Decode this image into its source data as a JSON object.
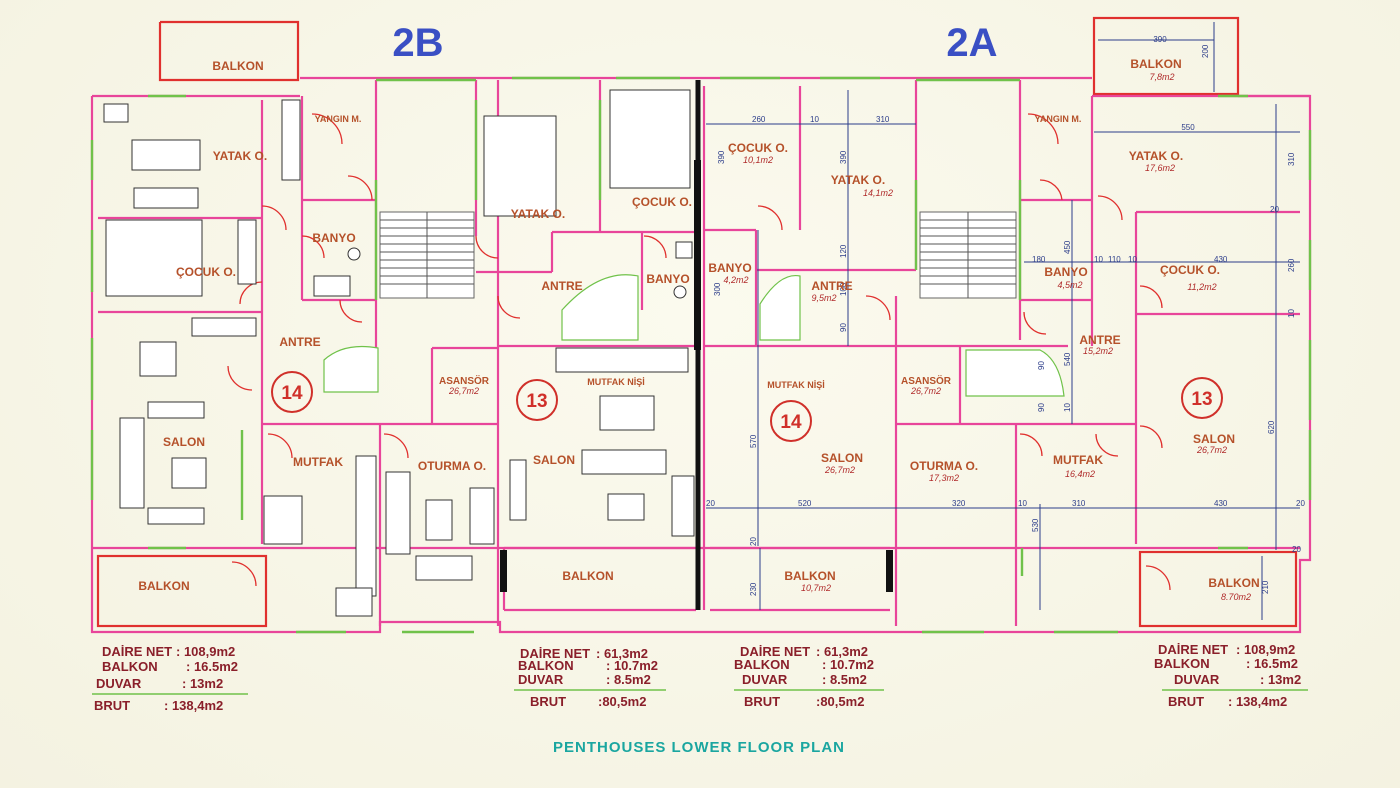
{
  "headers": {
    "left": "2B",
    "right": "2A"
  },
  "title": "PENTHOUSES LOWER FLOOR PLAN",
  "rooms": [
    {
      "name": "BALKON",
      "area": ""
    },
    {
      "name": "YATAK O.",
      "area": ""
    },
    {
      "name": "ÇOCUK O.",
      "area": ""
    },
    {
      "name": "YANGIN M.",
      "area": ""
    },
    {
      "name": "BANYO",
      "area": ""
    },
    {
      "name": "ANTRE",
      "area": ""
    },
    {
      "name": "SALON",
      "area": ""
    },
    {
      "name": "MUTFAK",
      "area": ""
    },
    {
      "name": "OTURMA O.",
      "area": ""
    },
    {
      "name": "ASANSÖR",
      "area": "26,7m2"
    },
    {
      "name": "BALKON",
      "area": ""
    },
    {
      "name": "YATAK O.",
      "area": ""
    },
    {
      "name": "ÇOCUK O.",
      "area": ""
    },
    {
      "name": "BANYO",
      "area": ""
    },
    {
      "name": "ANTRE",
      "area": ""
    },
    {
      "name": "MUTFAK NİŞİ",
      "area": ""
    },
    {
      "name": "SALON",
      "area": ""
    },
    {
      "name": "BALKON",
      "area": ""
    },
    {
      "name": "ÇOCUK O.",
      "area": "10,1m2"
    },
    {
      "name": "YATAK O.",
      "area": "14,1m2"
    },
    {
      "name": "BANYO",
      "area": "4,2m2"
    },
    {
      "name": "ANTRE",
      "area": "9,5m2"
    },
    {
      "name": "MUTFAK NİŞİ",
      "area": ""
    },
    {
      "name": "SALON",
      "area": "26,7m2"
    },
    {
      "name": "BALKON",
      "area": "10,7m2"
    },
    {
      "name": "ASANSÖR",
      "area": "26,7m2"
    },
    {
      "name": "OTURMA O.",
      "area": "17,3m2"
    },
    {
      "name": "MUTFAK",
      "area": "16,4m2"
    },
    {
      "name": "YANGIN M.",
      "area": ""
    },
    {
      "name": "BALKON",
      "area": "7,8m2"
    },
    {
      "name": "YATAK O.",
      "area": "17,6m2"
    },
    {
      "name": "BANYO",
      "area": "4,5m2"
    },
    {
      "name": "ÇOCUK O.",
      "area": "11,2m2"
    },
    {
      "name": "ANTRE",
      "area": "15,2m2"
    },
    {
      "name": "SALON",
      "area": "26,7m2"
    },
    {
      "name": "BALKON",
      "area": "8.70m2"
    }
  ],
  "units": [
    "14",
    "13",
    "14",
    "13"
  ],
  "dimensions": [
    "390",
    "200",
    "260",
    "10",
    "310",
    "390",
    "390",
    "550",
    "310",
    "120",
    "100",
    "300",
    "90",
    "180",
    "10",
    "110",
    "10",
    "430",
    "260",
    "10",
    "450",
    "540",
    "90",
    "90",
    "10",
    "570",
    "520",
    "320",
    "10",
    "310",
    "430",
    "620",
    "20",
    "20",
    "20",
    "20",
    "230",
    "530",
    "210",
    "20"
  ],
  "summaries": [
    {
      "rows": [
        {
          "label": "DAİRE NET",
          "value": ": 108,9m2"
        },
        {
          "label": "BALKON",
          "value": ": 16.5m2"
        },
        {
          "label": "DUVAR",
          "value": ": 13m2"
        }
      ],
      "brut": {
        "label": "BRUT",
        "value": ": 138,4m2"
      }
    },
    {
      "rows": [
        {
          "label": "DAİRE NET",
          "value": ": 61,3m2"
        },
        {
          "label": "BALKON",
          "value": ": 10.7m2"
        },
        {
          "label": "DUVAR",
          "value": ": 8.5m2"
        }
      ],
      "brut": {
        "label": "BRUT",
        "value": ":80,5m2"
      }
    },
    {
      "rows": [
        {
          "label": "DAİRE NET",
          "value": ": 61,3m2"
        },
        {
          "label": "BALKON",
          "value": ": 10.7m2"
        },
        {
          "label": "DUVAR",
          "value": ": 8.5m2"
        }
      ],
      "brut": {
        "label": "BRUT",
        "value": ":80,5m2"
      }
    },
    {
      "rows": [
        {
          "label": "DAİRE NET",
          "value": ": 108,9m2"
        },
        {
          "label": "BALKON",
          "value": ": 16.5m2"
        },
        {
          "label": "DUVAR",
          "value": ": 13m2"
        }
      ],
      "brut": {
        "label": "BRUT",
        "value": ": 138,4m2"
      }
    }
  ],
  "colors": {
    "wall_pink": "#e8459a",
    "wall_red": "#e0302e",
    "window_green": "#70c24a",
    "header_blue": "#3a4fc4",
    "title_teal": "#1aa6a0",
    "room_label": "#b5512a",
    "area_label": "#b02b2b"
  }
}
